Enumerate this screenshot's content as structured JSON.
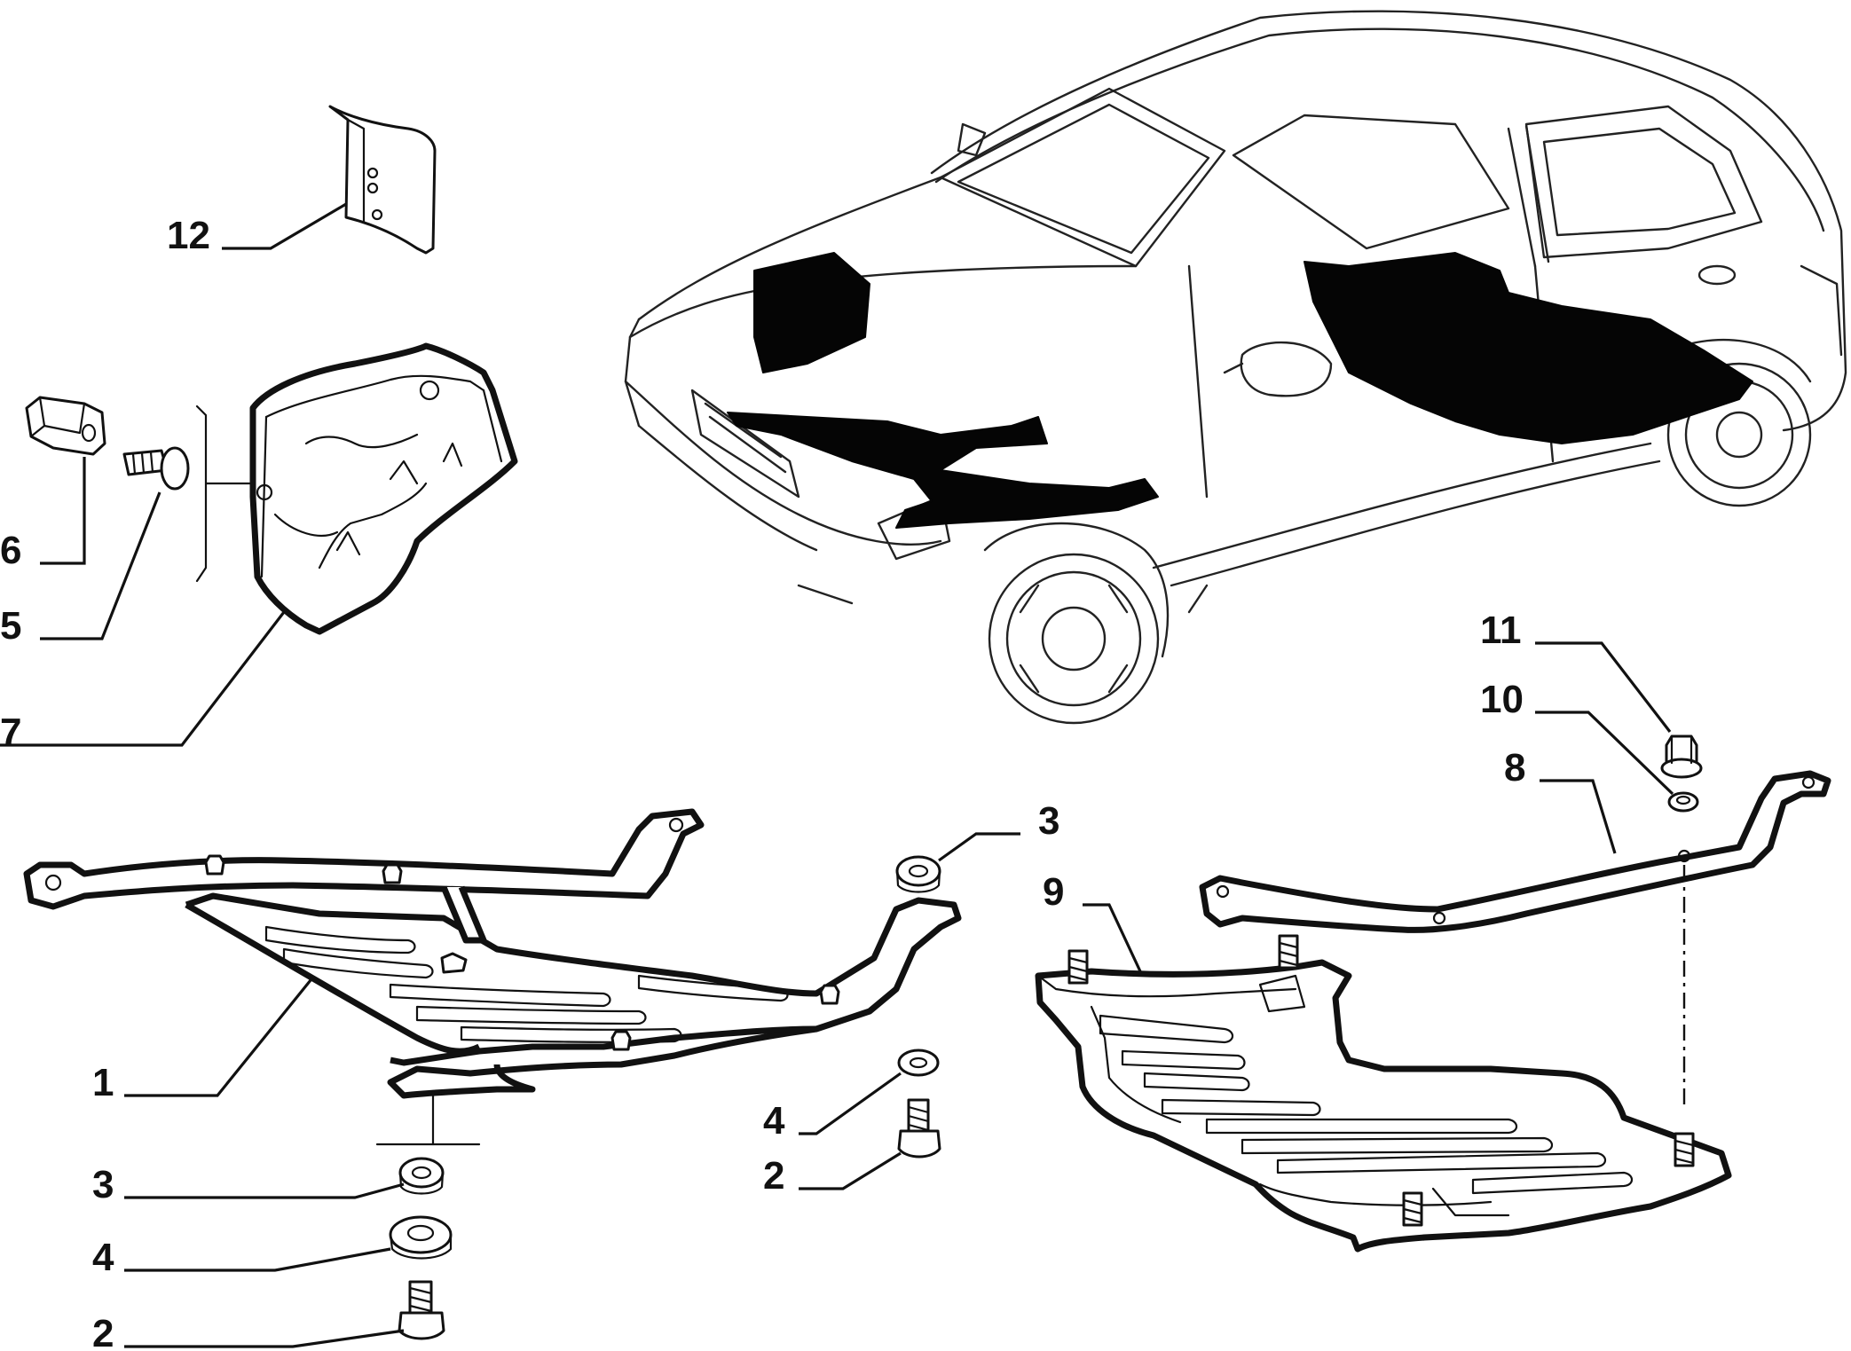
{
  "diagram": {
    "callouts": [
      {
        "id": "c1",
        "text": "1"
      },
      {
        "id": "c2a",
        "text": "2"
      },
      {
        "id": "c2b",
        "text": "2"
      },
      {
        "id": "c3a",
        "text": "3"
      },
      {
        "id": "c3b",
        "text": "3"
      },
      {
        "id": "c4a",
        "text": "4"
      },
      {
        "id": "c4b",
        "text": "4"
      },
      {
        "id": "c5",
        "text": "5"
      },
      {
        "id": "c6",
        "text": "6"
      },
      {
        "id": "c7",
        "text": "7"
      },
      {
        "id": "c8",
        "text": "8"
      },
      {
        "id": "c9",
        "text": "9"
      },
      {
        "id": "c10",
        "text": "10"
      },
      {
        "id": "c11",
        "text": "11"
      },
      {
        "id": "c12",
        "text": "12"
      }
    ]
  }
}
